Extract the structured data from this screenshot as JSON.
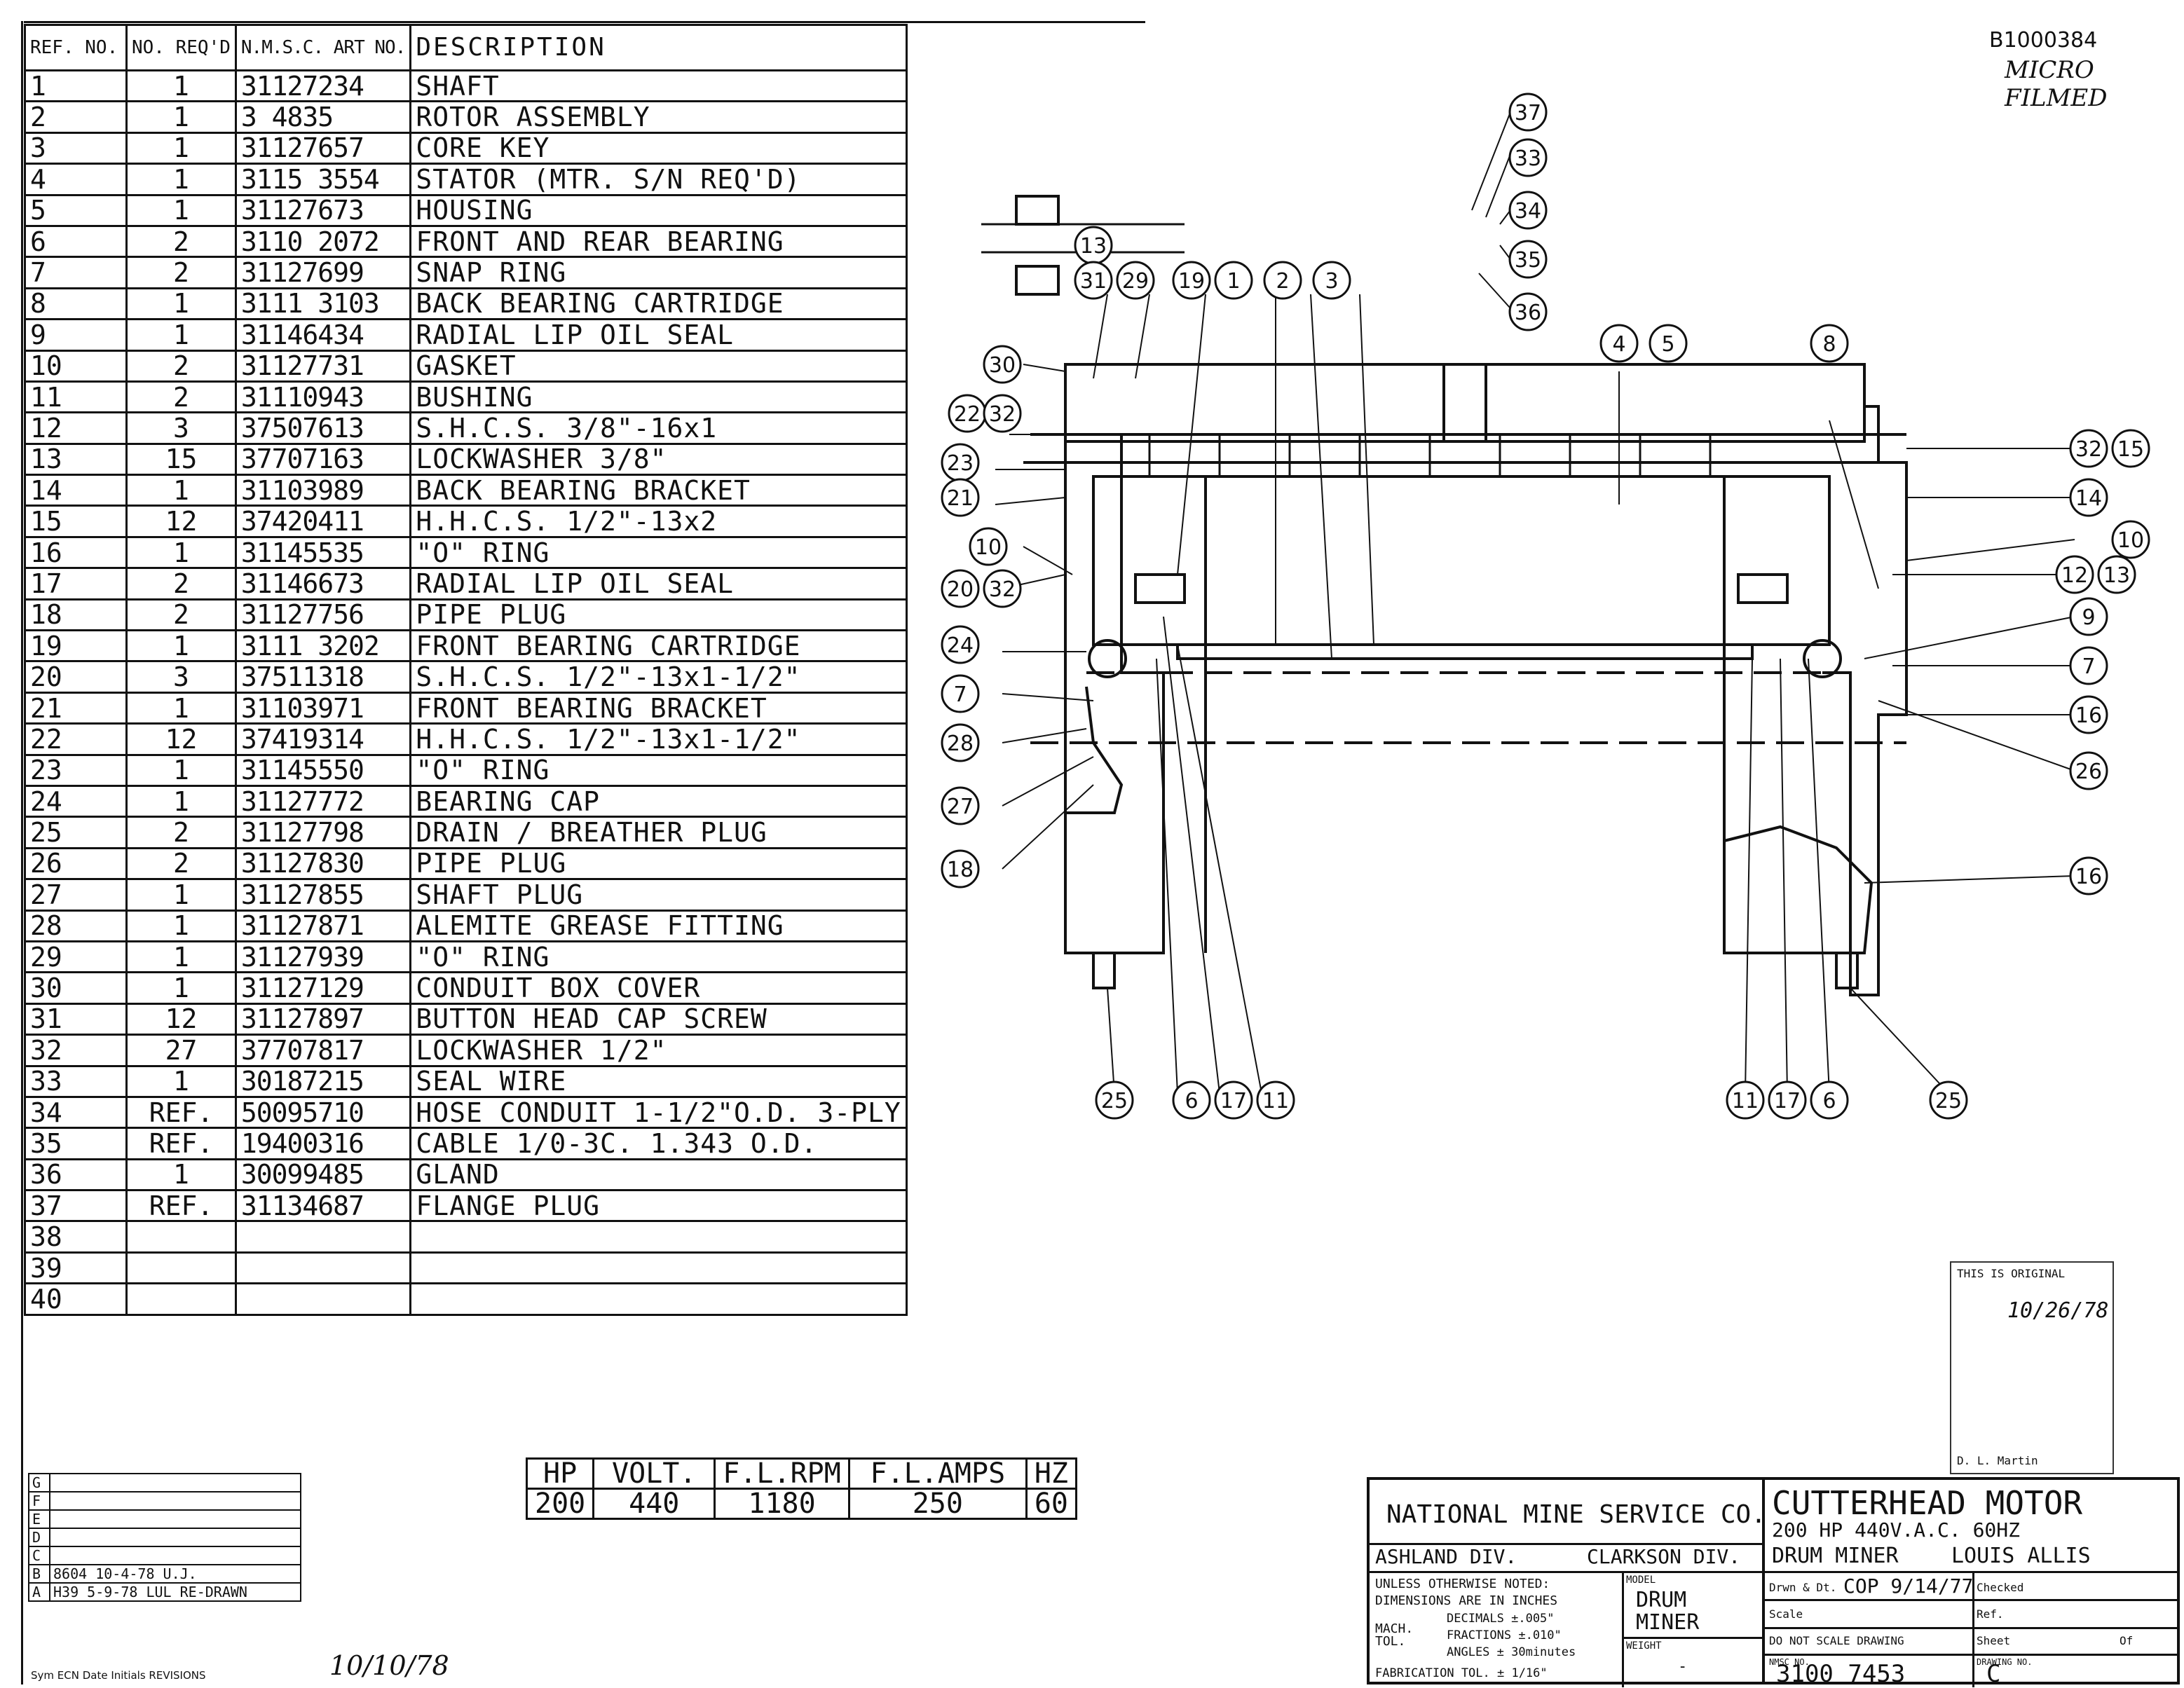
{
  "header": {
    "archive_no": "B1000384",
    "microfilm_note": "MICRO FILMED"
  },
  "parts_list": {
    "columns": [
      "REF. NO.",
      "NO. REQ'D",
      "N.M.S.C. ART NO.",
      "DESCRIPTION"
    ],
    "rows": [
      {
        "ref": "1",
        "qty": "1",
        "art": "31127234",
        "desc": "SHAFT"
      },
      {
        "ref": "2",
        "qty": "1",
        "art": "3  4835",
        "desc": "ROTOR ASSEMBLY"
      },
      {
        "ref": "3",
        "qty": "1",
        "art": "31127657",
        "desc": "CORE KEY"
      },
      {
        "ref": "4",
        "qty": "1",
        "art": "3115 3554",
        "desc": "STATOR (MTR. S/N REQ'D)"
      },
      {
        "ref": "5",
        "qty": "1",
        "art": "31127673",
        "desc": "HOUSING"
      },
      {
        "ref": "6",
        "qty": "2",
        "art": "3110 2072",
        "desc": "FRONT AND REAR BEARING"
      },
      {
        "ref": "7",
        "qty": "2",
        "art": "31127699",
        "desc": "SNAP RING"
      },
      {
        "ref": "8",
        "qty": "1",
        "art": "3111 3103",
        "desc": "BACK BEARING CARTRIDGE"
      },
      {
        "ref": "9",
        "qty": "1",
        "art": "31146434",
        "desc": "RADIAL LIP OIL SEAL"
      },
      {
        "ref": "10",
        "qty": "2",
        "art": "31127731",
        "desc": "GASKET"
      },
      {
        "ref": "11",
        "qty": "2",
        "art": "31110943",
        "desc": "BUSHING"
      },
      {
        "ref": "12",
        "qty": "3",
        "art": "37507613",
        "desc": "S.H.C.S. 3/8\"-16x1"
      },
      {
        "ref": "13",
        "qty": "15",
        "art": "37707163",
        "desc": "LOCKWASHER 3/8\""
      },
      {
        "ref": "14",
        "qty": "1",
        "art": "31103989",
        "desc": "BACK BEARING BRACKET"
      },
      {
        "ref": "15",
        "qty": "12",
        "art": "37420411",
        "desc": "H.H.C.S. 1/2\"-13x2"
      },
      {
        "ref": "16",
        "qty": "1",
        "art": "31145535",
        "desc": "\"O\" RING"
      },
      {
        "ref": "17",
        "qty": "2",
        "art": "31146673",
        "desc": "RADIAL LIP OIL SEAL"
      },
      {
        "ref": "18",
        "qty": "2",
        "art": "31127756",
        "desc": "PIPE PLUG"
      },
      {
        "ref": "19",
        "qty": "1",
        "art": "3111 3202",
        "desc": "FRONT BEARING CARTRIDGE"
      },
      {
        "ref": "20",
        "qty": "3",
        "art": "37511318",
        "desc": "S.H.C.S. 1/2\"-13x1-1/2\""
      },
      {
        "ref": "21",
        "qty": "1",
        "art": "31103971",
        "desc": "FRONT BEARING BRACKET"
      },
      {
        "ref": "22",
        "qty": "12",
        "art": "37419314",
        "desc": "H.H.C.S. 1/2\"-13x1-1/2\""
      },
      {
        "ref": "23",
        "qty": "1",
        "art": "31145550",
        "desc": "\"O\" RING"
      },
      {
        "ref": "24",
        "qty": "1",
        "art": "31127772",
        "desc": "BEARING CAP"
      },
      {
        "ref": "25",
        "qty": "2",
        "art": "31127798",
        "desc": "DRAIN / BREATHER PLUG"
      },
      {
        "ref": "26",
        "qty": "2",
        "art": "31127830",
        "desc": "PIPE PLUG"
      },
      {
        "ref": "27",
        "qty": "1",
        "art": "31127855",
        "desc": "SHAFT PLUG"
      },
      {
        "ref": "28",
        "qty": "1",
        "art": "31127871",
        "desc": "ALEMITE GREASE FITTING"
      },
      {
        "ref": "29",
        "qty": "1",
        "art": "31127939",
        "desc": "\"O\" RING"
      },
      {
        "ref": "30",
        "qty": "1",
        "art": "31127129",
        "desc": "CONDUIT BOX COVER"
      },
      {
        "ref": "31",
        "qty": "12",
        "art": "31127897",
        "desc": "BUTTON HEAD CAP SCREW"
      },
      {
        "ref": "32",
        "qty": "27",
        "art": "37707817",
        "desc": "LOCKWASHER 1/2\""
      },
      {
        "ref": "33",
        "qty": "1",
        "art": "30187215",
        "desc": "SEAL WIRE"
      },
      {
        "ref": "34",
        "qty": "REF.",
        "art": "50095710",
        "desc": "HOSE CONDUIT 1-1/2\"O.D. 3-PLY"
      },
      {
        "ref": "35",
        "qty": "REF.",
        "art": "19400316",
        "desc": "CABLE 1/0-3C. 1.343 O.D."
      },
      {
        "ref": "36",
        "qty": "1",
        "art": "30099485",
        "desc": "GLAND"
      },
      {
        "ref": "37",
        "qty": "REF.",
        "art": "31134687",
        "desc": "FLANGE PLUG"
      },
      {
        "ref": "38",
        "qty": "",
        "art": "",
        "desc": ""
      },
      {
        "ref": "39",
        "qty": "",
        "art": "",
        "desc": ""
      },
      {
        "ref": "40",
        "qty": "",
        "art": "",
        "desc": ""
      }
    ]
  },
  "callouts": {
    "top_group": [
      "37",
      "33",
      "34",
      "35",
      "36"
    ],
    "upper_row": [
      "13",
      "31",
      "29",
      "19",
      "1",
      "2",
      "3",
      "4",
      "5",
      "8"
    ],
    "left_side": [
      "30",
      "22",
      "32",
      "23",
      "21",
      "10",
      "20",
      "32",
      "24",
      "7",
      "28",
      "27",
      "18"
    ],
    "right_side": [
      "32",
      "15",
      "14",
      "10",
      "12",
      "13",
      "9",
      "7",
      "16",
      "26",
      "16"
    ],
    "bottom_left": [
      "25",
      "6",
      "17",
      "11"
    ],
    "bottom_right": [
      "11",
      "17",
      "6",
      "25"
    ]
  },
  "specs": {
    "headers": [
      "HP",
      "VOLT.",
      "F.L.RPM",
      "F.L.AMPS",
      "HZ"
    ],
    "values": [
      "200",
      "440",
      "1180",
      "250",
      "60"
    ]
  },
  "revisions": {
    "rows": [
      {
        "letter": "G",
        "text": ""
      },
      {
        "letter": "F",
        "text": ""
      },
      {
        "letter": "E",
        "text": ""
      },
      {
        "letter": "D",
        "text": ""
      },
      {
        "letter": "C",
        "text": ""
      },
      {
        "letter": "B",
        "text": "8604  10-4-78  U.J."
      },
      {
        "letter": "A",
        "text": "H39  5-9-78  LUL  RE-DRAWN"
      }
    ],
    "footer": "Sym  ECN  Date  Initials    REVISIONS",
    "signature_date": "10/10/78"
  },
  "title_block": {
    "company": "NATIONAL MINE SERVICE CO.",
    "division_left": "ASHLAND DIV.",
    "division_right": "CLARKSON DIV.",
    "title": "CUTTERHEAD MOTOR",
    "subtitle1": "200 HP  440V.A.C. 60HZ",
    "subtitle2_left": "DRUM MINER",
    "subtitle2_right": "LOUIS ALLIS",
    "notes_heading": "UNLESS OTHERWISE NOTED:",
    "notes_line": "DIMENSIONS ARE IN INCHES",
    "tol_label": "MACH. TOL.",
    "tol_decimals": "DECIMALS ±.005\"",
    "tol_fractions": "FRACTIONS ±.010\"",
    "tol_angles": "ANGLES ± 30minutes",
    "fab_tol": "FABRICATION TOL. ± 1/16\"",
    "model_label": "MODEL",
    "model_value": "DRUM MINER",
    "weight_label": "WEIGHT",
    "weight_value": "-",
    "drawn_label": "Drwn & Dt.",
    "drawn_value": "COP 9/14/77",
    "checked_label": "Checked",
    "scale_label": "Scale",
    "ref_label": "Ref.",
    "no_scale": "DO NOT SCALE DRAWING",
    "sheet_label": "Sheet",
    "of_label": "Of",
    "nmsc_no_label": "NMSC NO.",
    "nmsc_no": "3100 7453",
    "drawing_no_label": "DRAWING NO.",
    "drawing_no": "C"
  },
  "stamp": {
    "line1": "THIS IS ORIGINAL",
    "date": "10/26/78",
    "name": "D. L. Martin"
  }
}
